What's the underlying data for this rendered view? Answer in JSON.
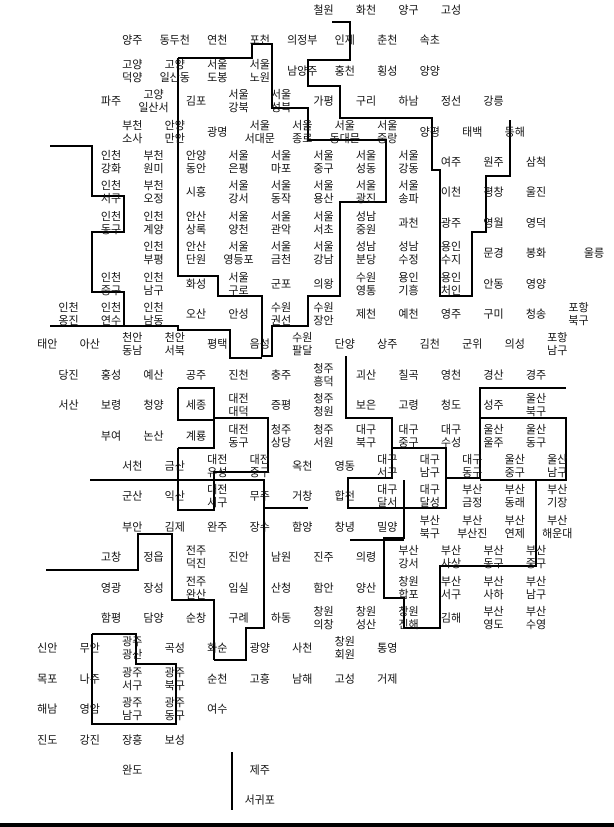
{
  "regions": [
    {
      "name": "철원",
      "row": 0,
      "col": 7.0
    },
    {
      "name": "화천",
      "row": 0,
      "col": 8.0
    },
    {
      "name": "양구",
      "row": 0,
      "col": 9.0
    },
    {
      "name": "고성",
      "row": 0,
      "col": 10.0
    },
    {
      "name": "양주",
      "row": 1,
      "col": 2.5
    },
    {
      "name": "동두천",
      "row": 1,
      "col": 3.5
    },
    {
      "name": "연천",
      "row": 1,
      "col": 4.5
    },
    {
      "name": "포천",
      "row": 1,
      "col": 5.5
    },
    {
      "name": "의정부",
      "row": 1,
      "col": 6.5
    },
    {
      "name": "인제",
      "row": 1,
      "col": 7.5
    },
    {
      "name": "춘천",
      "row": 1,
      "col": 8.5
    },
    {
      "name": "속초",
      "row": 1,
      "col": 9.5
    },
    {
      "name": "고양\n덕양",
      "row": 2,
      "col": 2.5
    },
    {
      "name": "고양\n일산동",
      "row": 2,
      "col": 3.5
    },
    {
      "name": "서울\n도봉",
      "row": 2,
      "col": 4.5
    },
    {
      "name": "서울\n노원",
      "row": 2,
      "col": 5.5
    },
    {
      "name": "남양주",
      "row": 2,
      "col": 6.5
    },
    {
      "name": "홍천",
      "row": 2,
      "col": 7.5
    },
    {
      "name": "횡성",
      "row": 2,
      "col": 8.5
    },
    {
      "name": "양양",
      "row": 2,
      "col": 9.5
    },
    {
      "name": "파주",
      "row": 3,
      "col": 2.0
    },
    {
      "name": "고양\n일산서",
      "row": 3,
      "col": 3.0
    },
    {
      "name": "김포",
      "row": 3,
      "col": 4.0
    },
    {
      "name": "서울\n강북",
      "row": 3,
      "col": 5.0
    },
    {
      "name": "서울\n성북",
      "row": 3,
      "col": 6.0
    },
    {
      "name": "가평",
      "row": 3,
      "col": 7.0
    },
    {
      "name": "구리",
      "row": 3,
      "col": 8.0
    },
    {
      "name": "하남",
      "row": 3,
      "col": 9.0
    },
    {
      "name": "정선",
      "row": 3,
      "col": 10.0
    },
    {
      "name": "강릉",
      "row": 3,
      "col": 11.0
    },
    {
      "name": "부천\n소사",
      "row": 4,
      "col": 2.5
    },
    {
      "name": "안양\n만안",
      "row": 4,
      "col": 3.5
    },
    {
      "name": "광명",
      "row": 4,
      "col": 4.5
    },
    {
      "name": "서울\n서대문",
      "row": 4,
      "col": 5.5
    },
    {
      "name": "서울\n종로",
      "row": 4,
      "col": 6.5
    },
    {
      "name": "서울\n동대문",
      "row": 4,
      "col": 7.5
    },
    {
      "name": "서울\n중랑",
      "row": 4,
      "col": 8.5
    },
    {
      "name": "양평",
      "row": 4,
      "col": 9.5
    },
    {
      "name": "태백",
      "row": 4,
      "col": 10.5
    },
    {
      "name": "동해",
      "row": 4,
      "col": 11.5
    },
    {
      "name": "인천\n강화",
      "row": 5,
      "col": 2.0
    },
    {
      "name": "부천\n원미",
      "row": 5,
      "col": 3.0
    },
    {
      "name": "안양\n동안",
      "row": 5,
      "col": 4.0
    },
    {
      "name": "서울\n은평",
      "row": 5,
      "col": 5.0
    },
    {
      "name": "서울\n마포",
      "row": 5,
      "col": 6.0
    },
    {
      "name": "서울\n중구",
      "row": 5,
      "col": 7.0
    },
    {
      "name": "서울\n성동",
      "row": 5,
      "col": 8.0
    },
    {
      "name": "서울\n강동",
      "row": 5,
      "col": 9.0
    },
    {
      "name": "여주",
      "row": 5,
      "col": 10.0
    },
    {
      "name": "원주",
      "row": 5,
      "col": 11.0
    },
    {
      "name": "삼척",
      "row": 5,
      "col": 12.0
    },
    {
      "name": "인천\n서구",
      "row": 6,
      "col": 2.0
    },
    {
      "name": "부천\n오정",
      "row": 6,
      "col": 3.0
    },
    {
      "name": "시흥",
      "row": 6,
      "col": 4.0
    },
    {
      "name": "서울\n강서",
      "row": 6,
      "col": 5.0
    },
    {
      "name": "서울\n동작",
      "row": 6,
      "col": 6.0
    },
    {
      "name": "서울\n용산",
      "row": 6,
      "col": 7.0
    },
    {
      "name": "서울\n광진",
      "row": 6,
      "col": 8.0
    },
    {
      "name": "서울\n송파",
      "row": 6,
      "col": 9.0
    },
    {
      "name": "이천",
      "row": 6,
      "col": 10.0
    },
    {
      "name": "평창",
      "row": 6,
      "col": 11.0
    },
    {
      "name": "울진",
      "row": 6,
      "col": 12.0
    },
    {
      "name": "인천\n동구",
      "row": 7,
      "col": 2.0
    },
    {
      "name": "인천\n계양",
      "row": 7,
      "col": 3.0
    },
    {
      "name": "안산\n상록",
      "row": 7,
      "col": 4.0
    },
    {
      "name": "서울\n양천",
      "row": 7,
      "col": 5.0
    },
    {
      "name": "서울\n관악",
      "row": 7,
      "col": 6.0
    },
    {
      "name": "서울\n서초",
      "row": 7,
      "col": 7.0
    },
    {
      "name": "성남\n중원",
      "row": 7,
      "col": 8.0
    },
    {
      "name": "과천",
      "row": 7,
      "col": 9.0
    },
    {
      "name": "광주",
      "row": 7,
      "col": 10.0
    },
    {
      "name": "영월",
      "row": 7,
      "col": 11.0
    },
    {
      "name": "영덕",
      "row": 7,
      "col": 12.0
    },
    {
      "name": "인천\n부평",
      "row": 8,
      "col": 3.0
    },
    {
      "name": "안산\n단원",
      "row": 8,
      "col": 4.0
    },
    {
      "name": "서울\n영등포",
      "row": 8,
      "col": 5.0
    },
    {
      "name": "서울\n금천",
      "row": 8,
      "col": 6.0
    },
    {
      "name": "서울\n강남",
      "row": 8,
      "col": 7.0
    },
    {
      "name": "성남\n분당",
      "row": 8,
      "col": 8.0
    },
    {
      "name": "성남\n수정",
      "row": 8,
      "col": 9.0
    },
    {
      "name": "용인\n수지",
      "row": 8,
      "col": 10.0
    },
    {
      "name": "문경",
      "row": 8,
      "col": 11.0
    },
    {
      "name": "봉화",
      "row": 8,
      "col": 12.0
    },
    {
      "name": "울릉",
      "row": 8,
      "col": 14.0
    },
    {
      "name": "인천\n중구",
      "row": 9,
      "col": 2.0
    },
    {
      "name": "인천\n남구",
      "row": 9,
      "col": 3.0
    },
    {
      "name": "화성",
      "row": 9,
      "col": 4.0
    },
    {
      "name": "서울\n구로",
      "row": 9,
      "col": 5.0
    },
    {
      "name": "군포",
      "row": 9,
      "col": 6.0
    },
    {
      "name": "의왕",
      "row": 9,
      "col": 7.0
    },
    {
      "name": "수원\n영통",
      "row": 9,
      "col": 8.0
    },
    {
      "name": "용인\n기흥",
      "row": 9,
      "col": 9.0
    },
    {
      "name": "용인\n처인",
      "row": 9,
      "col": 10.0
    },
    {
      "name": "안동",
      "row": 9,
      "col": 11.0
    },
    {
      "name": "영양",
      "row": 9,
      "col": 12.0
    },
    {
      "name": "인천\n옹진",
      "row": 10,
      "col": 1.0
    },
    {
      "name": "인천\n연수",
      "row": 10,
      "col": 2.0
    },
    {
      "name": "인천\n남동",
      "row": 10,
      "col": 3.0
    },
    {
      "name": "오산",
      "row": 10,
      "col": 4.0
    },
    {
      "name": "안성",
      "row": 10,
      "col": 5.0
    },
    {
      "name": "수원\n권선",
      "row": 10,
      "col": 6.0
    },
    {
      "name": "수원\n장안",
      "row": 10,
      "col": 7.0
    },
    {
      "name": "제천",
      "row": 10,
      "col": 8.0
    },
    {
      "name": "예천",
      "row": 10,
      "col": 9.0
    },
    {
      "name": "영주",
      "row": 10,
      "col": 10.0
    },
    {
      "name": "구미",
      "row": 10,
      "col": 11.0
    },
    {
      "name": "청송",
      "row": 10,
      "col": 12.0
    },
    {
      "name": "포항\n북구",
      "row": 10,
      "col": 13.0
    },
    {
      "name": "태안",
      "row": 11,
      "col": 0.5
    },
    {
      "name": "아산",
      "row": 11,
      "col": 1.5
    },
    {
      "name": "천안\n동남",
      "row": 11,
      "col": 2.5
    },
    {
      "name": "천안\n서북",
      "row": 11,
      "col": 3.5
    },
    {
      "name": "평택",
      "row": 11,
      "col": 4.5
    },
    {
      "name": "음성",
      "row": 11,
      "col": 5.5
    },
    {
      "name": "수원\n팔달",
      "row": 11,
      "col": 6.5
    },
    {
      "name": "단양",
      "row": 11,
      "col": 7.5
    },
    {
      "name": "상주",
      "row": 11,
      "col": 8.5
    },
    {
      "name": "김천",
      "row": 11,
      "col": 9.5
    },
    {
      "name": "군위",
      "row": 11,
      "col": 10.5
    },
    {
      "name": "의성",
      "row": 11,
      "col": 11.5
    },
    {
      "name": "포항\n남구",
      "row": 11,
      "col": 12.5
    },
    {
      "name": "당진",
      "row": 12,
      "col": 1.0
    },
    {
      "name": "홍성",
      "row": 12,
      "col": 2.0
    },
    {
      "name": "예산",
      "row": 12,
      "col": 3.0
    },
    {
      "name": "공주",
      "row": 12,
      "col": 4.0
    },
    {
      "name": "진천",
      "row": 12,
      "col": 5.0
    },
    {
      "name": "충주",
      "row": 12,
      "col": 6.0
    },
    {
      "name": "청주\n흥덕",
      "row": 12,
      "col": 7.0
    },
    {
      "name": "괴산",
      "row": 12,
      "col": 8.0
    },
    {
      "name": "칠곡",
      "row": 12,
      "col": 9.0
    },
    {
      "name": "영천",
      "row": 12,
      "col": 10.0
    },
    {
      "name": "경산",
      "row": 12,
      "col": 11.0
    },
    {
      "name": "경주",
      "row": 12,
      "col": 12.0
    },
    {
      "name": "서산",
      "row": 13,
      "col": 1.0
    },
    {
      "name": "보령",
      "row": 13,
      "col": 2.0
    },
    {
      "name": "청양",
      "row": 13,
      "col": 3.0
    },
    {
      "name": "세종",
      "row": 13,
      "col": 4.0
    },
    {
      "name": "대전\n대덕",
      "row": 13,
      "col": 5.0
    },
    {
      "name": "증평",
      "row": 13,
      "col": 6.0
    },
    {
      "name": "청주\n청원",
      "row": 13,
      "col": 7.0
    },
    {
      "name": "보은",
      "row": 13,
      "col": 8.0
    },
    {
      "name": "고령",
      "row": 13,
      "col": 9.0
    },
    {
      "name": "청도",
      "row": 13,
      "col": 10.0
    },
    {
      "name": "성주",
      "row": 13,
      "col": 11.0
    },
    {
      "name": "울산\n북구",
      "row": 13,
      "col": 12.0
    },
    {
      "name": "부여",
      "row": 14,
      "col": 2.0
    },
    {
      "name": "논산",
      "row": 14,
      "col": 3.0
    },
    {
      "name": "계룡",
      "row": 14,
      "col": 4.0
    },
    {
      "name": "대전\n동구",
      "row": 14,
      "col": 5.0
    },
    {
      "name": "청주\n상당",
      "row": 14,
      "col": 6.0
    },
    {
      "name": "청주\n서원",
      "row": 14,
      "col": 7.0
    },
    {
      "name": "대구\n북구",
      "row": 14,
      "col": 8.0
    },
    {
      "name": "대구\n중구",
      "row": 14,
      "col": 9.0
    },
    {
      "name": "대구\n수성",
      "row": 14,
      "col": 10.0
    },
    {
      "name": "울산\n울주",
      "row": 14,
      "col": 11.0
    },
    {
      "name": "울산\n동구",
      "row": 14,
      "col": 12.0
    },
    {
      "name": "서천",
      "row": 15,
      "col": 2.5
    },
    {
      "name": "금산",
      "row": 15,
      "col": 3.5
    },
    {
      "name": "대전\n유성",
      "row": 15,
      "col": 4.5
    },
    {
      "name": "대전\n중구",
      "row": 15,
      "col": 5.5
    },
    {
      "name": "옥천",
      "row": 15,
      "col": 6.5
    },
    {
      "name": "영동",
      "row": 15,
      "col": 7.5
    },
    {
      "name": "대구\n서구",
      "row": 15,
      "col": 8.5
    },
    {
      "name": "대구\n남구",
      "row": 15,
      "col": 9.5
    },
    {
      "name": "대구\n동구",
      "row": 15,
      "col": 10.5
    },
    {
      "name": "울산\n중구",
      "row": 15,
      "col": 11.5
    },
    {
      "name": "울산\n남구",
      "row": 15,
      "col": 12.5
    },
    {
      "name": "군산",
      "row": 16,
      "col": 2.5
    },
    {
      "name": "익산",
      "row": 16,
      "col": 3.5
    },
    {
      "name": "대전\n서구",
      "row": 16,
      "col": 4.5
    },
    {
      "name": "무주",
      "row": 16,
      "col": 5.5
    },
    {
      "name": "거창",
      "row": 16,
      "col": 6.5
    },
    {
      "name": "합천",
      "row": 16,
      "col": 7.5
    },
    {
      "name": "대구\n달서",
      "row": 16,
      "col": 8.5
    },
    {
      "name": "대구\n달성",
      "row": 16,
      "col": 9.5
    },
    {
      "name": "부산\n금정",
      "row": 16,
      "col": 10.5
    },
    {
      "name": "부산\n동래",
      "row": 16,
      "col": 11.5
    },
    {
      "name": "부산\n기장",
      "row": 16,
      "col": 12.5
    },
    {
      "name": "부안",
      "row": 17,
      "col": 2.5
    },
    {
      "name": "김제",
      "row": 17,
      "col": 3.5
    },
    {
      "name": "완주",
      "row": 17,
      "col": 4.5
    },
    {
      "name": "장수",
      "row": 17,
      "col": 5.5
    },
    {
      "name": "함양",
      "row": 17,
      "col": 6.5
    },
    {
      "name": "창녕",
      "row": 17,
      "col": 7.5
    },
    {
      "name": "밀양",
      "row": 17,
      "col": 8.5
    },
    {
      "name": "부산\n북구",
      "row": 17,
      "col": 9.5
    },
    {
      "name": "부산\n부산진",
      "row": 17,
      "col": 10.5
    },
    {
      "name": "부산\n연제",
      "row": 17,
      "col": 11.5
    },
    {
      "name": "부산\n해운대",
      "row": 17,
      "col": 12.5
    },
    {
      "name": "고창",
      "row": 18,
      "col": 2.0
    },
    {
      "name": "정읍",
      "row": 18,
      "col": 3.0
    },
    {
      "name": "전주\n덕진",
      "row": 18,
      "col": 4.0
    },
    {
      "name": "진안",
      "row": 18,
      "col": 5.0
    },
    {
      "name": "남원",
      "row": 18,
      "col": 6.0
    },
    {
      "name": "진주",
      "row": 18,
      "col": 7.0
    },
    {
      "name": "의령",
      "row": 18,
      "col": 8.0
    },
    {
      "name": "부산\n강서",
      "row": 18,
      "col": 9.0
    },
    {
      "name": "부산\n사상",
      "row": 18,
      "col": 10.0
    },
    {
      "name": "부산\n동구",
      "row": 18,
      "col": 11.0
    },
    {
      "name": "부산\n중구",
      "row": 18,
      "col": 12.0
    },
    {
      "name": "영광",
      "row": 19,
      "col": 2.0
    },
    {
      "name": "장성",
      "row": 19,
      "col": 3.0
    },
    {
      "name": "전주\n완산",
      "row": 19,
      "col": 4.0
    },
    {
      "name": "임실",
      "row": 19,
      "col": 5.0
    },
    {
      "name": "산청",
      "row": 19,
      "col": 6.0
    },
    {
      "name": "함안",
      "row": 19,
      "col": 7.0
    },
    {
      "name": "양산",
      "row": 19,
      "col": 8.0
    },
    {
      "name": "창원\n합포",
      "row": 19,
      "col": 9.0
    },
    {
      "name": "부산\n서구",
      "row": 19,
      "col": 10.0
    },
    {
      "name": "부산\n사하",
      "row": 19,
      "col": 11.0
    },
    {
      "name": "부산\n남구",
      "row": 19,
      "col": 12.0
    },
    {
      "name": "함평",
      "row": 20,
      "col": 2.0
    },
    {
      "name": "담양",
      "row": 20,
      "col": 3.0
    },
    {
      "name": "순창",
      "row": 20,
      "col": 4.0
    },
    {
      "name": "구례",
      "row": 20,
      "col": 5.0
    },
    {
      "name": "하동",
      "row": 20,
      "col": 6.0
    },
    {
      "name": "창원\n의창",
      "row": 20,
      "col": 7.0
    },
    {
      "name": "창원\n성산",
      "row": 20,
      "col": 8.0
    },
    {
      "name": "창원\n진해",
      "row": 20,
      "col": 9.0
    },
    {
      "name": "김해",
      "row": 20,
      "col": 10.0
    },
    {
      "name": "부산\n영도",
      "row": 20,
      "col": 11.0
    },
    {
      "name": "부산\n수영",
      "row": 20,
      "col": 12.0
    },
    {
      "name": "신안",
      "row": 21,
      "col": 0.5
    },
    {
      "name": "무안",
      "row": 21,
      "col": 1.5
    },
    {
      "name": "광주\n광산",
      "row": 21,
      "col": 2.5
    },
    {
      "name": "곡성",
      "row": 21,
      "col": 3.5
    },
    {
      "name": "화순",
      "row": 21,
      "col": 4.5
    },
    {
      "name": "광양",
      "row": 21,
      "col": 5.5
    },
    {
      "name": "사천",
      "row": 21,
      "col": 6.5
    },
    {
      "name": "창원\n회원",
      "row": 21,
      "col": 7.5
    },
    {
      "name": "통영",
      "row": 21,
      "col": 8.5
    },
    {
      "name": "목포",
      "row": 22,
      "col": 0.5
    },
    {
      "name": "나주",
      "row": 22,
      "col": 1.5
    },
    {
      "name": "광주\n서구",
      "row": 22,
      "col": 2.5
    },
    {
      "name": "광주\n북구",
      "row": 22,
      "col": 3.5
    },
    {
      "name": "순천",
      "row": 22,
      "col": 4.5
    },
    {
      "name": "고흥",
      "row": 22,
      "col": 5.5
    },
    {
      "name": "남해",
      "row": 22,
      "col": 6.5
    },
    {
      "name": "고성",
      "row": 22,
      "col": 7.5
    },
    {
      "name": "거제",
      "row": 22,
      "col": 8.5
    },
    {
      "name": "해남",
      "row": 23,
      "col": 0.5
    },
    {
      "name": "영암",
      "row": 23,
      "col": 1.5
    },
    {
      "name": "광주\n남구",
      "row": 23,
      "col": 2.5
    },
    {
      "name": "광주\n동구",
      "row": 23,
      "col": 3.5
    },
    {
      "name": "여수",
      "row": 23,
      "col": 4.5
    },
    {
      "name": "진도",
      "row": 24,
      "col": 0.5
    },
    {
      "name": "강진",
      "row": 24,
      "col": 1.5
    },
    {
      "name": "장흥",
      "row": 24,
      "col": 2.5
    },
    {
      "name": "보성",
      "row": 24,
      "col": 3.5
    },
    {
      "name": "완도",
      "row": 25,
      "col": 2.5
    },
    {
      "name": "제주",
      "row": 25,
      "col": 5.5
    },
    {
      "name": "서귀포",
      "row": 26,
      "col": 5.5
    }
  ]
}
